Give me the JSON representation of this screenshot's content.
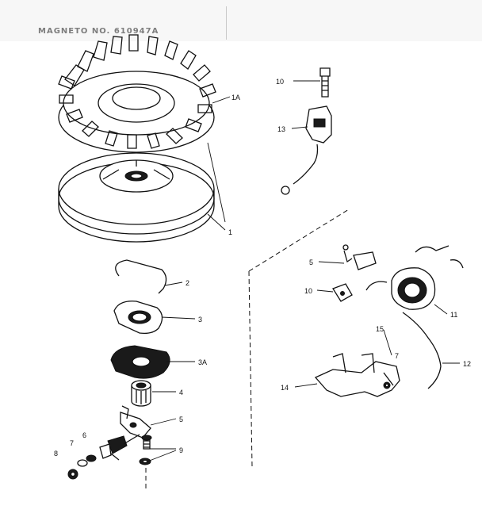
{
  "header": {
    "title": "MAGNETO NO. 610947A"
  },
  "colors": {
    "ink": "#111111",
    "paper": "#ffffff"
  },
  "callouts": {
    "c1A": "1A",
    "c1": "1",
    "c2": "2",
    "c3": "3",
    "c3A": "3A",
    "c4": "4",
    "c5": "5",
    "c6": "6",
    "c7": "7",
    "c8": "8",
    "c9": "9",
    "c10a": "10",
    "c13": "13",
    "c5b": "5",
    "c10b": "10",
    "c11": "11",
    "c15": "15",
    "c14": "14",
    "c7b": "7",
    "c12": "12"
  }
}
